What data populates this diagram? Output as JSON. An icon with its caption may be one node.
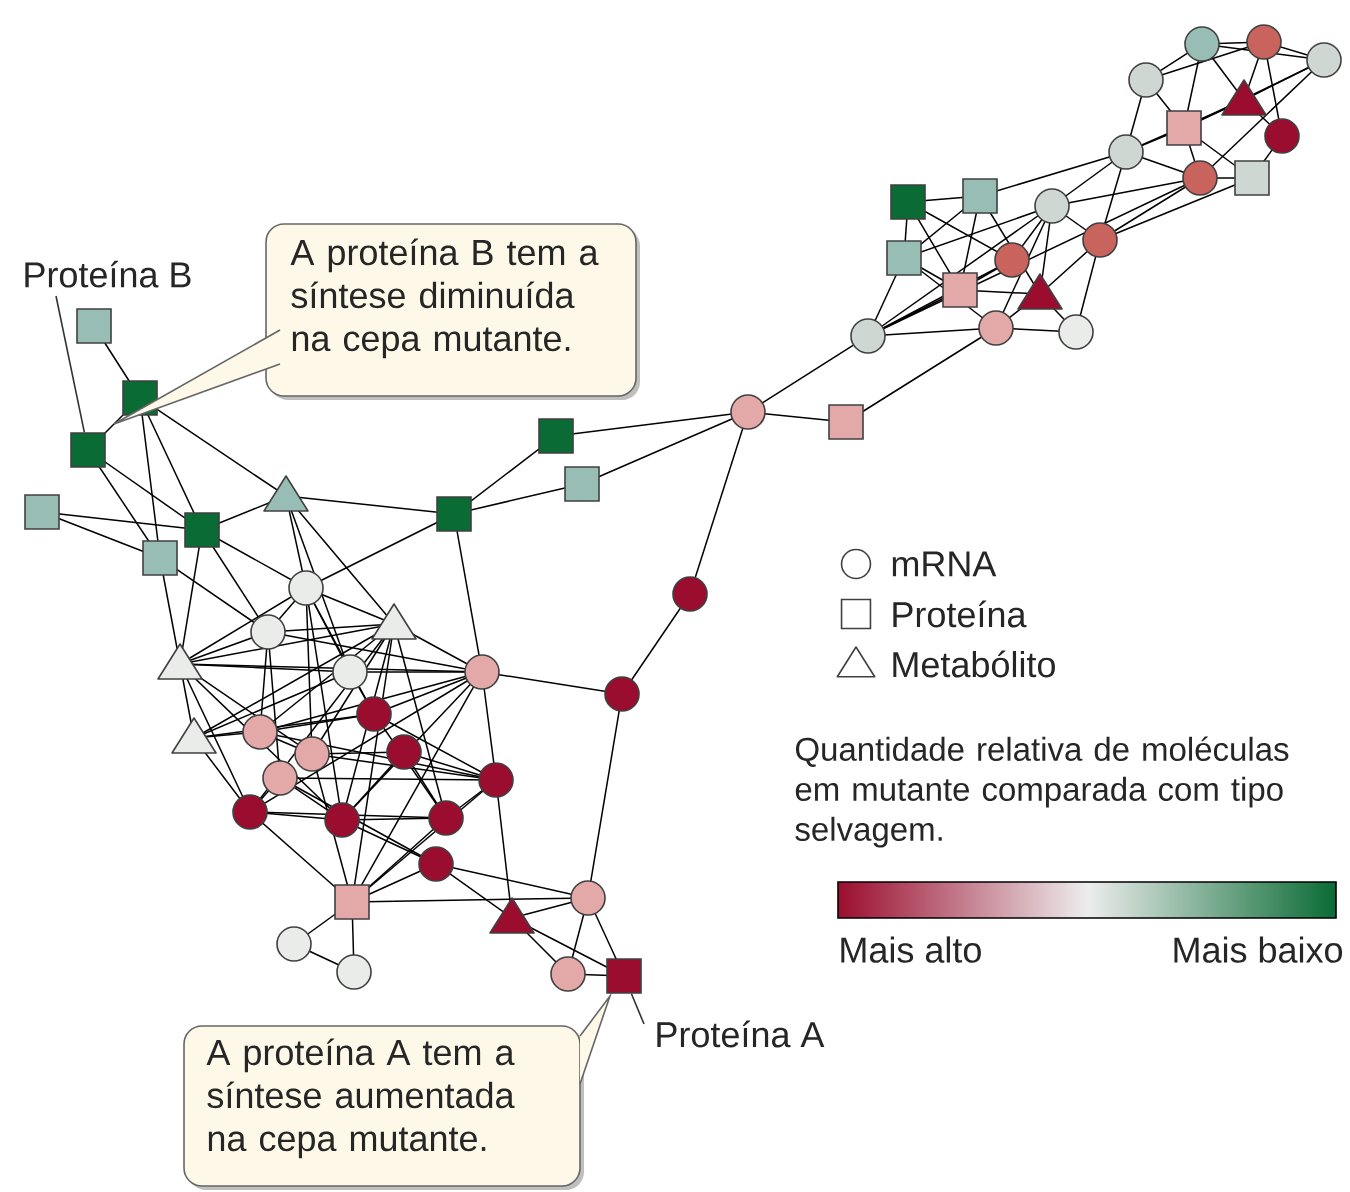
{
  "diagram": {
    "nodes": [
      {
        "text": [
          "A proteína B tem a síntese diminuída na cepa mutante."
        ]
      },
      {
        "text": [
          "Proteína B"
        ]
      },
      {
        "text": [
          "A proteína A tem a síntese aumentada na cepa mutante."
        ]
      },
      {
        "text": [
          "Proteína A"
        ]
      },
      {
        "text": [],
        "shape": "box"
      },
      {
        "text": [],
        "shape": "box"
      }
    ],
    "edges": [
      {
        "from": 1,
        "to": 4,
        "arrow": "none"
      },
      {
        "from": 3,
        "to": 5,
        "arrow": "none"
      }
    ],
    "labels": [
      "Quantidade relativa de moléculas em mutante comparada com tipo selvagem.",
      "Mais alto",
      "Mais baixo"
    ],
    "legend": [
      {
        "text": "mRNA"
      },
      {
        "text": "Proteína"
      },
      {
        "text": "Metabólito"
      }
    ]
  }
}
